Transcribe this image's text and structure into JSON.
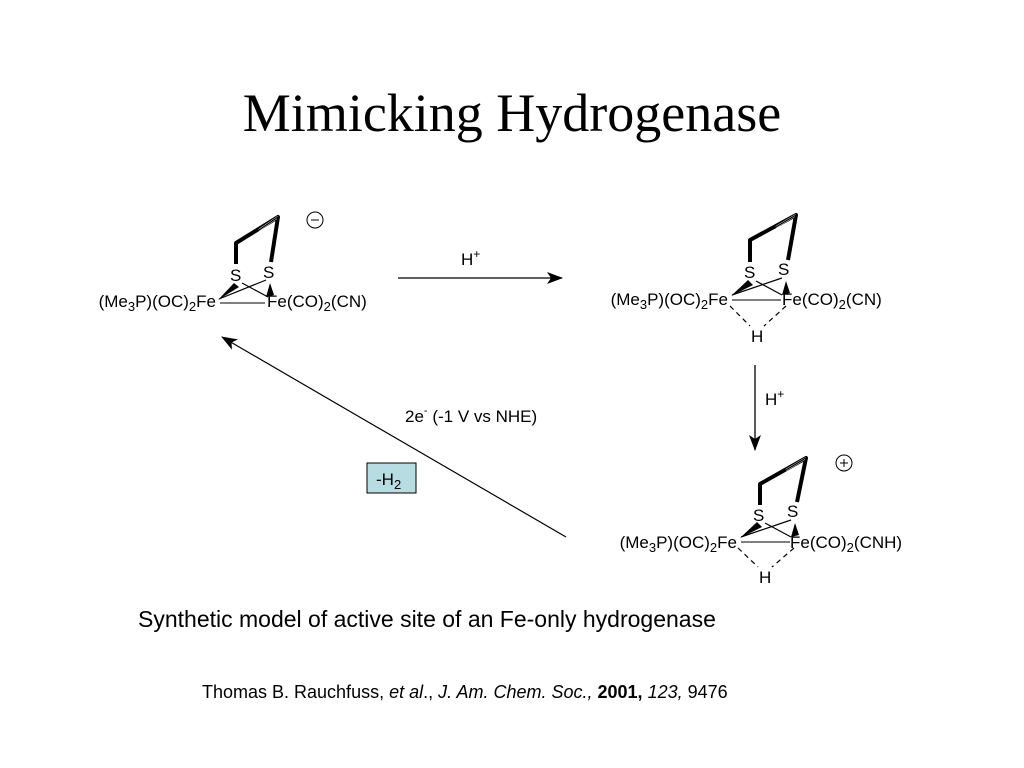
{
  "slide": {
    "title": "Mimicking Hydrogenase",
    "caption": "Synthetic model of active site of an Fe-only hydrogenase"
  },
  "reference": {
    "authors": "Thomas B. Rauchfuss, ",
    "etal": "et al",
    "sep1": "., ",
    "journal": "J. Am. Chem. Soc.,",
    "year": "2001,",
    "volume": "123,",
    "page": "9476"
  },
  "scheme": {
    "complex_1": {
      "left_group": "(Me3P)(OC)2Fe",
      "right_group": "Fe(CO)2(CN)",
      "charge": "−"
    },
    "complex_2": {
      "left_group": "(Me3P)(OC)2Fe",
      "right_group": "Fe(CO)2(CN)",
      "bridge": "H"
    },
    "complex_3": {
      "left_group": "(Me3P)(OC)2Fe",
      "right_group": "Fe(CO)2(CNH)",
      "bridge": "H",
      "charge": "+"
    },
    "step_1": "H+",
    "step_2": "H+",
    "step_3": "2e- (-1 V vs NHE)",
    "byproduct": "-H2",
    "byproduct_box_color": "#b7dde3"
  }
}
